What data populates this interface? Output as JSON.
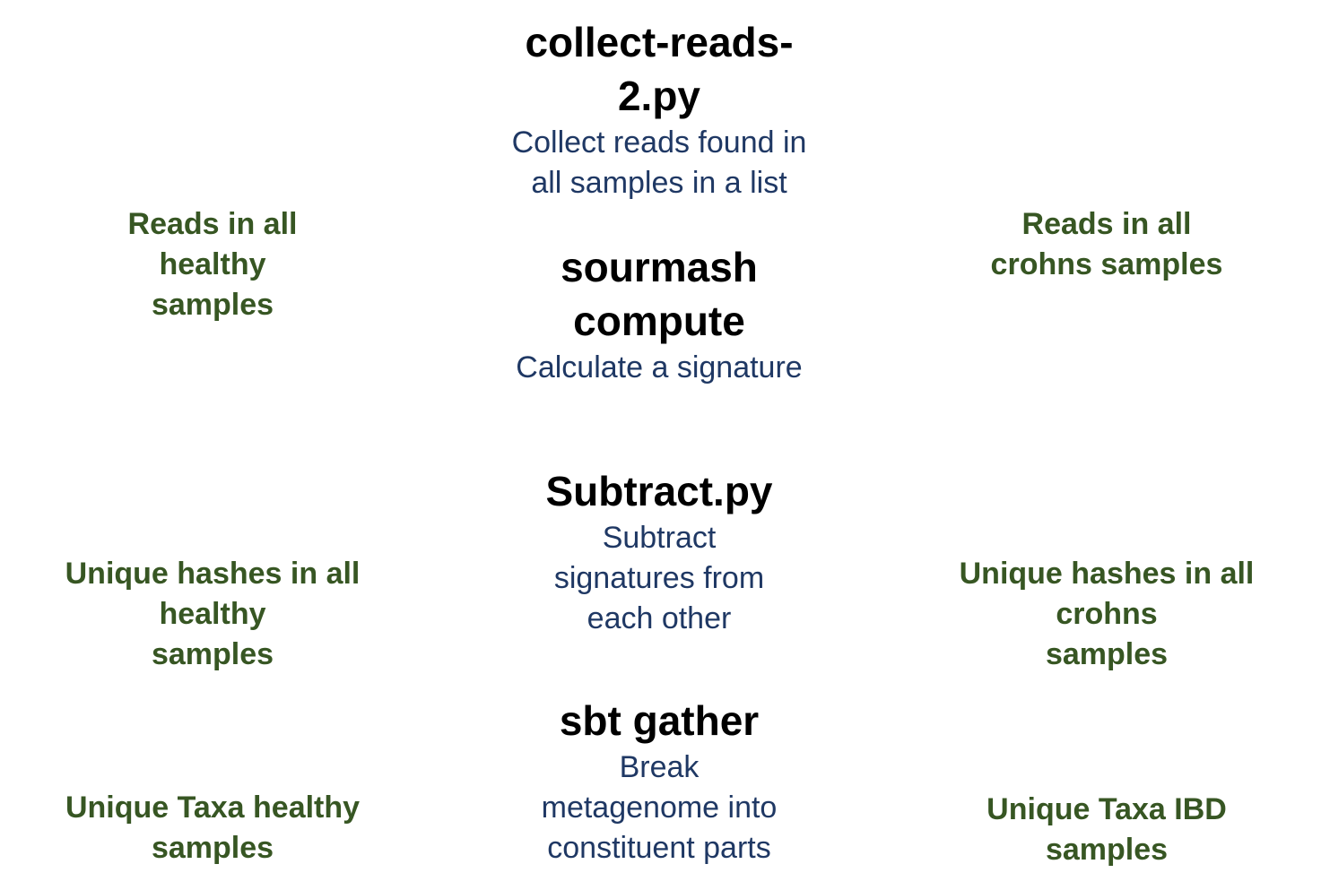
{
  "steps": [
    {
      "title": [
        "collect-reads-",
        "2.py"
      ],
      "description": [
        "Collect reads found in",
        "all samples in a list"
      ]
    },
    {
      "title": [
        "sourmash",
        "compute"
      ],
      "description": [
        "Calculate a signature"
      ]
    },
    {
      "title": [
        "Subtract.py"
      ],
      "description": [
        "Subtract",
        "signatures from",
        "each other"
      ]
    },
    {
      "title": [
        "sbt gather"
      ],
      "description": [
        "Break",
        "metagenome into",
        "constituent parts"
      ]
    }
  ],
  "left_labels": [
    [
      "Reads in all",
      "healthy",
      "samples"
    ],
    [
      "Unique hashes in all",
      "healthy",
      "samples"
    ],
    [
      "Unique Taxa healthy",
      "samples"
    ]
  ],
  "right_labels": [
    [
      "Reads in all",
      "crohns samples"
    ],
    [
      "Unique hashes in all",
      "crohns",
      "samples"
    ],
    [
      "Unique Taxa IBD",
      "samples"
    ]
  ],
  "colors": {
    "step_title": "#000000",
    "step_description": "#1f3864",
    "side_label": "#375623"
  }
}
